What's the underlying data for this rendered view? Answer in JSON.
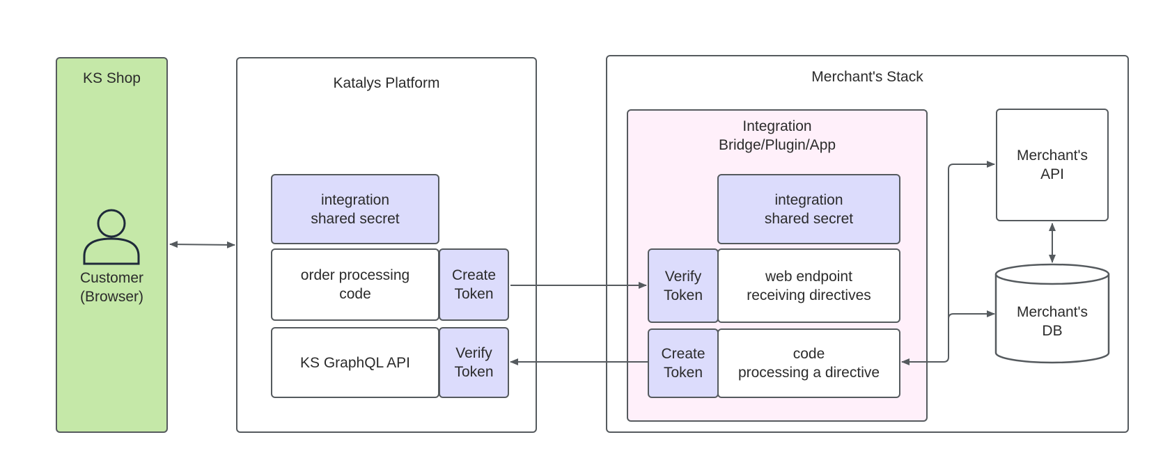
{
  "shop": {
    "title": "KS Shop",
    "customer_label": "Customer\n(Browser)"
  },
  "platform": {
    "title": "Katalys Platform",
    "secret": "integration\nshared secret",
    "order_code": "order processing\ncode",
    "create_token": "Create\nToken",
    "graphql_api": "KS GraphQL API",
    "verify_token": "Verify\nToken"
  },
  "merchant": {
    "title": "Merchant's Stack",
    "integration": {
      "title": "Integration\nBridge/Plugin/App",
      "secret": "integration\nshared secret",
      "verify_token": "Verify\nToken",
      "web_endpoint": "web endpoint\nreceiving directives",
      "create_token": "Create\nToken",
      "code_processing": "code\nprocessing a directive"
    },
    "api": "Merchant's\nAPI",
    "db": "Merchant's\nDB"
  },
  "colors": {
    "shop_fill": "#c5e8a8",
    "component_fill": "#dcdcfc",
    "integration_fill": "#fff0fa",
    "stroke": "#555a5e",
    "arrow": "#555a5e"
  }
}
